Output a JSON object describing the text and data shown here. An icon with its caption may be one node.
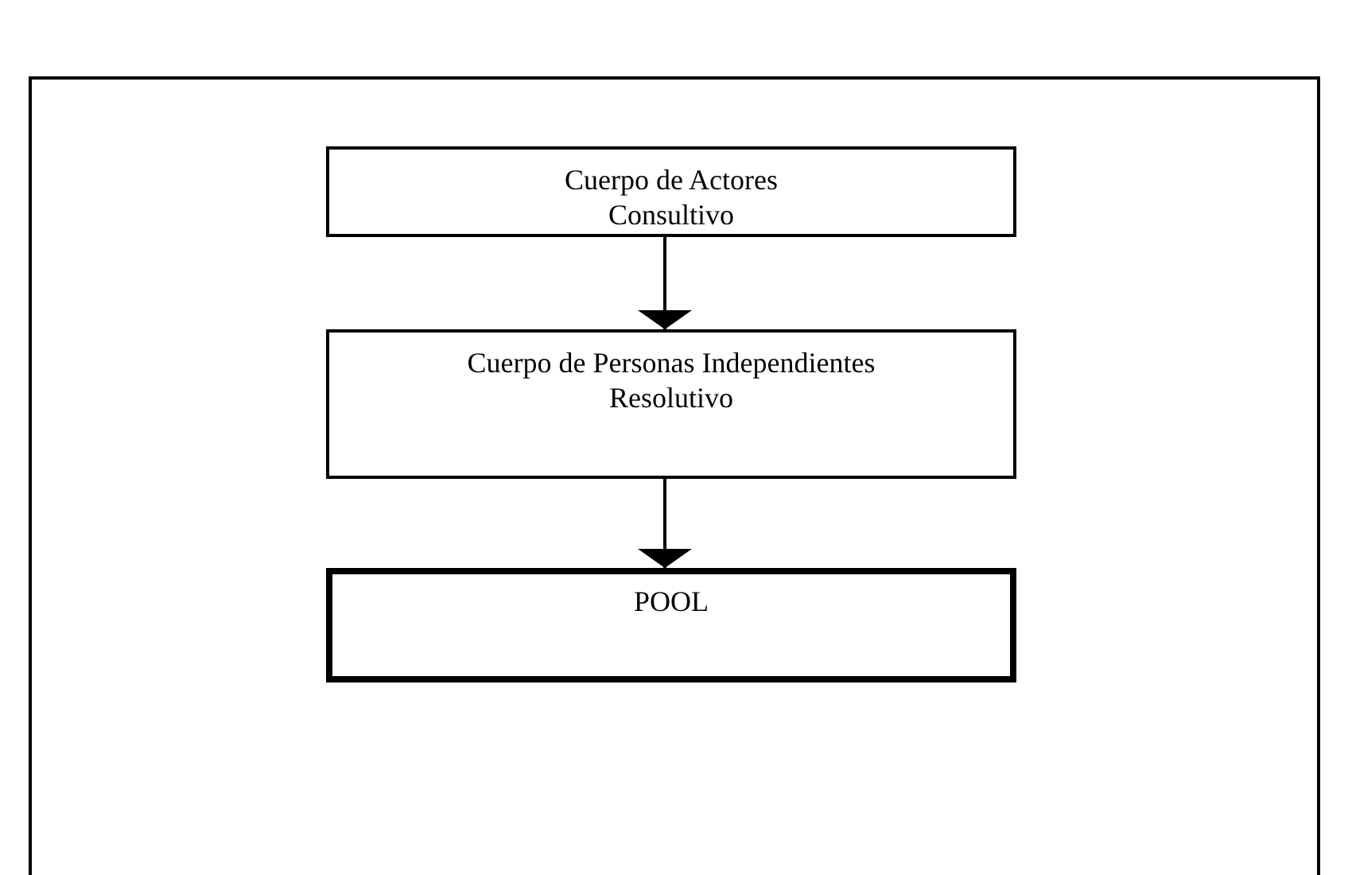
{
  "diagram": {
    "nodes": [
      {
        "text": [
          "Cuerpo de Actores",
          "Consultivo"
        ]
      },
      {
        "text": [
          "Cuerpo de Personas Independientes",
          "Resolutivo"
        ]
      },
      {
        "text": [
          "POOL"
        ]
      }
    ],
    "edges": [
      {
        "from": 0,
        "to": 1,
        "arrow": "to"
      },
      {
        "from": 1,
        "to": 2,
        "arrow": "to"
      }
    ]
  }
}
